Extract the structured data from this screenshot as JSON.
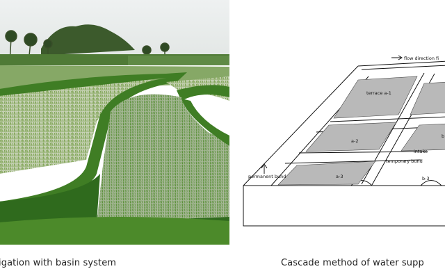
{
  "captions": {
    "left": "igation with basin system",
    "right": "Cascade method of water supp"
  },
  "diagram": {
    "labels": {
      "flow_direction": "flow direction fi",
      "terrace_a1": "terrace a-1",
      "a2": "a-2",
      "a3": "a-3",
      "b3": "b-3",
      "b_cut": "b",
      "intake": "intake",
      "temporary_bund": "temporary bund",
      "permanent_bund": "permanent bund"
    }
  },
  "colors": {
    "sky": "#e9ecec",
    "rice_light": "#b7c7a3",
    "bund_green": "#3f7d24",
    "grass_dark": "#2f6a1d",
    "water": "#c9cfc4"
  }
}
